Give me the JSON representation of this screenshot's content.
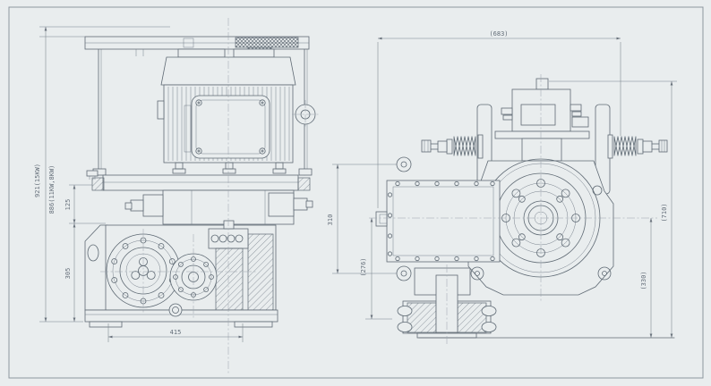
{
  "drawing": {
    "type": "engineering-drawing",
    "subject": "traction machine two-view assembly drawing",
    "colors": {
      "paper": "#e9edee",
      "line": "#5f6a74",
      "dim_line": "#78818b",
      "text": "#636d78",
      "centerline": "#9aa3ab",
      "frame": "#8d979f"
    },
    "front_view": {
      "dim_overall_height_15kw": "921(15KW)",
      "dim_overall_height_11kw_8kw": "886(11KW,8KW)",
      "dim_motor_seat_height": "125",
      "dim_center_height": "305",
      "dim_base_length": "415"
    },
    "side_view": {
      "dim_overall_width": "(683)",
      "dim_cover_hole_pitch": "310",
      "dim_center_to_rope": "(276)",
      "dim_overall_height": "(710)",
      "dim_axis_height": "(330)"
    }
  }
}
